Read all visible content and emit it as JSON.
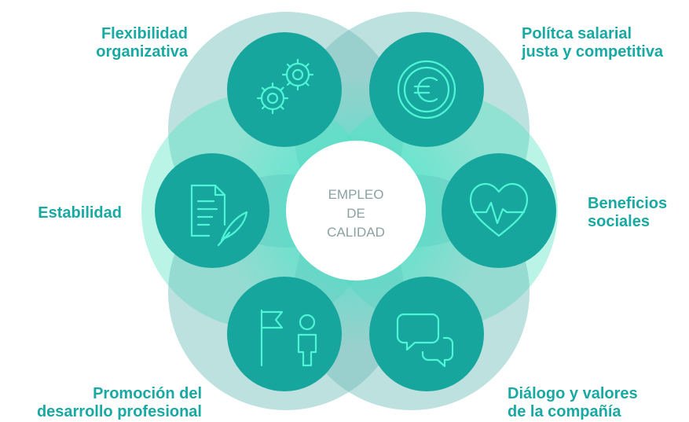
{
  "center": {
    "lines": [
      "EMPLEO",
      "DE",
      "CALIDAD"
    ]
  },
  "items": [
    {
      "id": "flexibilidad",
      "icon": "gears-icon",
      "lines": [
        "Flexibilidad",
        "organizativa"
      ]
    },
    {
      "id": "politica-salarial",
      "icon": "euro-coin-icon",
      "lines": [
        "Polítca salarial",
        "justa y competitiva"
      ]
    },
    {
      "id": "estabilidad",
      "icon": "document-quill-icon",
      "lines": [
        "Estabilidad"
      ]
    },
    {
      "id": "beneficios",
      "icon": "heart-pulse-icon",
      "lines": [
        "Beneficios",
        "sociales"
      ]
    },
    {
      "id": "promocion",
      "icon": "flag-person-icon",
      "lines": [
        "Promoción del",
        "desarrollo profesional"
      ]
    },
    {
      "id": "dialogo",
      "icon": "chat-bubbles-icon",
      "lines": [
        "Diálogo y valores",
        "de la compañía"
      ]
    }
  ],
  "colors": {
    "label_text": "#19a9a3",
    "icon_circle": "#17a69d",
    "icon_stroke": "#4ff5d6",
    "outer_light": "#8ff0d8",
    "outer_dark": "#9fd3d0",
    "center_text": "#8aa1a3"
  }
}
